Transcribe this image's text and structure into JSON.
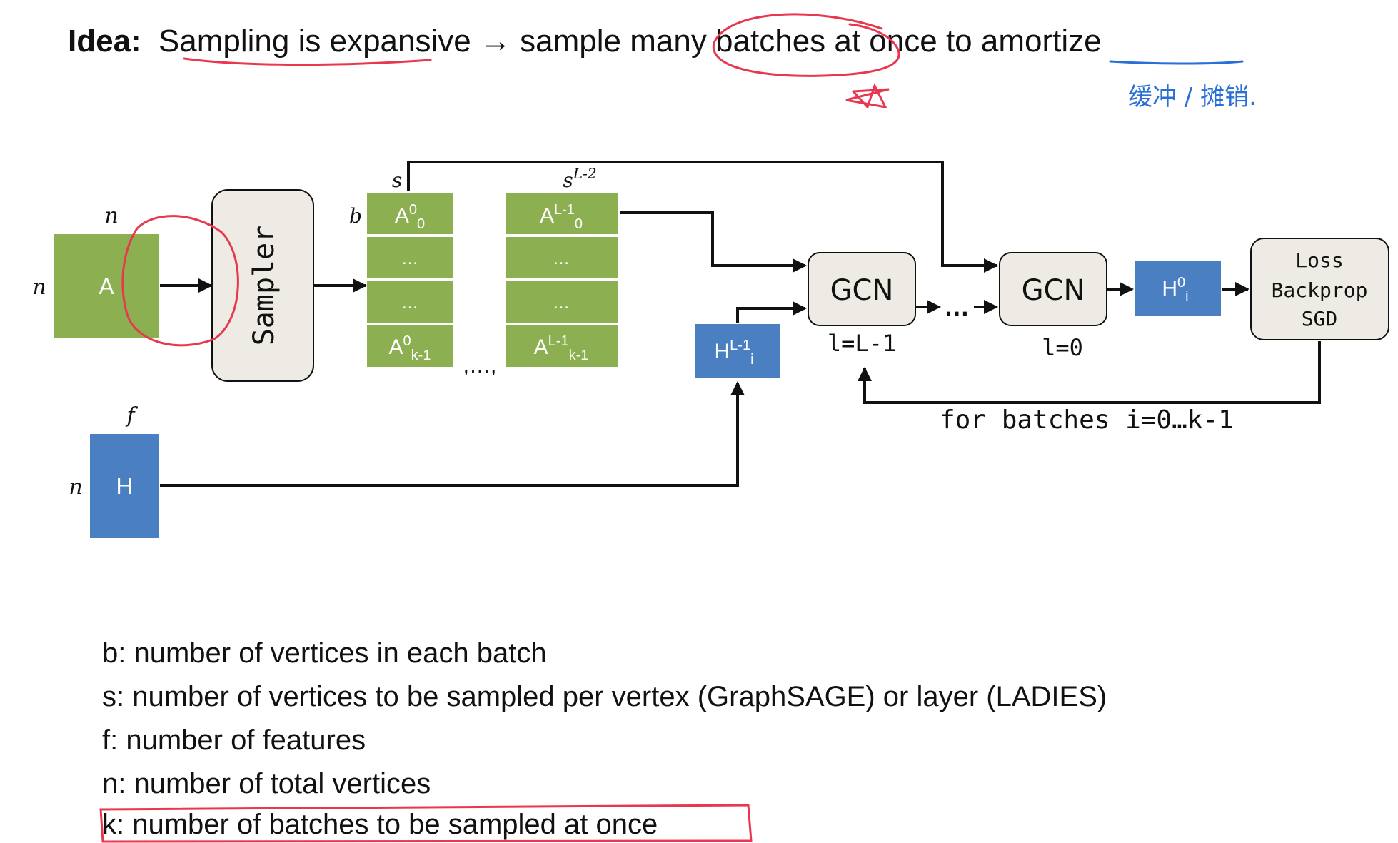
{
  "title": {
    "prefix": "Idea:",
    "text": "Sampling is expansive → sample many batches at once to amortize"
  },
  "handwritten_note": "缓冲 / 摊销.",
  "diagram": {
    "matrix_A": {
      "label": "A",
      "row_dim": "n",
      "col_dim": "n"
    },
    "matrix_H": {
      "label": "H",
      "row_dim": "n",
      "col_dim": "f"
    },
    "sampler": {
      "label": "Sampler"
    },
    "stack_first": {
      "col_dim": "s",
      "row_dim": "b",
      "cells": [
        {
          "base": "A",
          "sup": "0",
          "sub": "0"
        },
        {
          "base": "…"
        },
        {
          "base": "…"
        },
        {
          "base": "A",
          "sup": "0",
          "sub": "k-1"
        }
      ]
    },
    "stack_last": {
      "col_dim": "s",
      "col_dim_sup": "L-2",
      "cells": [
        {
          "base": "A",
          "sup": "L-1",
          "sub": "0"
        },
        {
          "base": "…"
        },
        {
          "base": "…"
        },
        {
          "base": "A",
          "sup": "L-1",
          "sub": "k-1"
        }
      ]
    },
    "between_stacks": ",…,",
    "h_batch_in": {
      "base": "H",
      "sup": "L-1",
      "sub": "i"
    },
    "gcn_first": {
      "label": "GCN",
      "layer": "l=L-1"
    },
    "gcn_ellipsis": "…",
    "gcn_last": {
      "label": "GCN",
      "layer": "l=0"
    },
    "h_batch_out": {
      "base": "H",
      "sup": "0",
      "sub": "i"
    },
    "loss": {
      "lines": [
        "Loss",
        "Backprop",
        "SGD"
      ]
    },
    "loop_label": "for batches i=0…k-1"
  },
  "definitions": [
    "b: number of vertices in each batch",
    "s: number of vertices to be sampled per vertex (GraphSAGE) or layer (LADIES)",
    "f: number of features",
    "n: number of total vertices",
    "k: number of batches to be sampled at once"
  ],
  "colors": {
    "green": "#8CB051",
    "blue": "#4A7FC1",
    "box_fill": "#EDEBE4",
    "red_annotation": "#E8384F",
    "blue_ink": "#2A6FD6",
    "text": "#111111"
  }
}
